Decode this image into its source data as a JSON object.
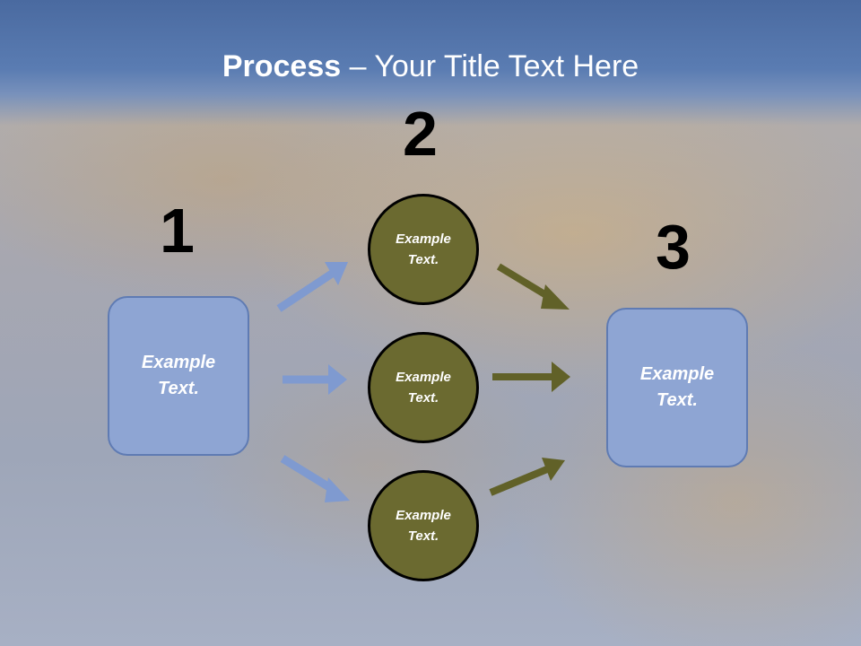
{
  "title": {
    "bold": "Process",
    "rest": " – Your Title Text Here"
  },
  "steps": [
    {
      "number": "1",
      "text": "Example\nText."
    },
    {
      "number": "2"
    },
    {
      "number": "3",
      "text": "Example\nText."
    }
  ],
  "circles": [
    {
      "text": "Example\nText."
    },
    {
      "text": "Example\nText."
    },
    {
      "text": "Example\nText."
    }
  ],
  "colors": {
    "box": "#8ea5d3",
    "circle": "#6b6a30",
    "arrow_blue": "#7f9ad0",
    "arrow_olive": "#616128"
  }
}
